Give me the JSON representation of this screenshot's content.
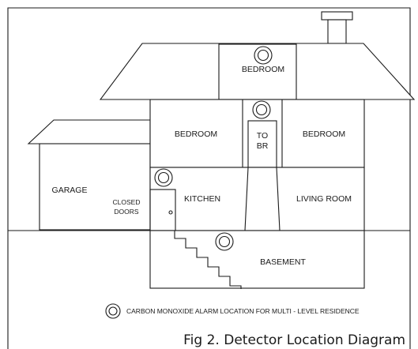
{
  "rooms": {
    "attic_bedroom": "BEDROOM",
    "bedroom_left": "BEDROOM",
    "to_br_line1": "TO",
    "to_br_line2": "BR",
    "bedroom_right": "BEDROOM",
    "garage": "GARAGE",
    "closed_doors_line1": "CLOSED",
    "closed_doors_line2": "DOORS",
    "kitchen": "KITCHEN",
    "living_room": "LIVING ROOM",
    "basement": "BASEMENT"
  },
  "legend": {
    "text": "CARBON MONOXIDE ALARM LOCATION FOR MULTI - LEVEL RESIDENCE",
    "icon": "alarm-circle-icon"
  },
  "caption": "Fig 2. Detector Location Diagram",
  "colors": {
    "line": "#1a1a1a",
    "background": "#ffffff"
  }
}
